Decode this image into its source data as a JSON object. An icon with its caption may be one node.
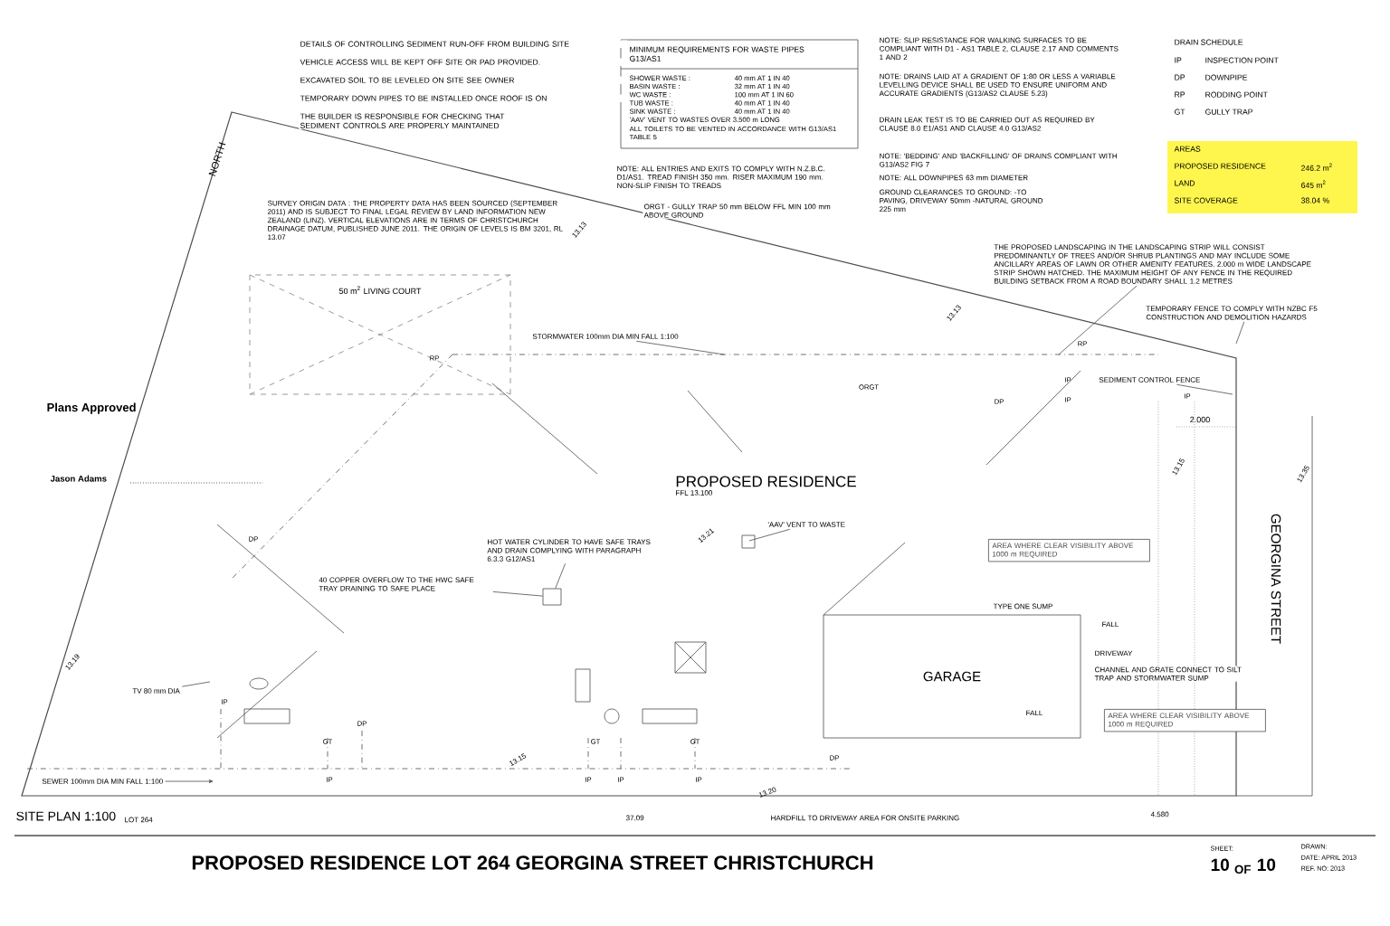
{
  "diagram": {
    "title": "PROPOSED RESIDENCE   LOT 264  GEORGINA STREET   CHRISTCHURCH",
    "nodes": [
      {
        "text": [
          "50 m$^{2}$ LIVING COURT"
        ]
      },
      {
        "text": [
          "PROPOSED RESIDENCE",
          "FFL 13.100"
        ]
      },
      {
        "text": [
          "GARAGE"
        ]
      },
      {
        "text": [
          "HOT WATER CYLINDER TO HAVE SAFE TRAYS AND DRAIN COMPLYING WITH PARAGRAPH 6.3.3 G12/AS1"
        ]
      },
      {
        "text": [
          "40 COPPER OVERFLOW TO THE HWC SAFE TRAY DRAINING TO SAFE PLACE"
        ]
      },
      {
        "text": [],
        "shape": "box"
      },
      {
        "text": [
          "STORMWATER 100mm DIA MIN FALL 1:100"
        ]
      },
      {
        "text": [
          "THE PROPOSED LANDSCAPING IN THE LANDSCAPING STRIP WILL CONSIST PREDOMINANTLY OF TREES AND/OR SHRUB PLANTINGS AND MAY INCLUDE SOME ANCILLARY AREAS OF LAWN OR OTHER AMENITY FEATURES. 2.000 m WIDE LANDSCAPE STRIP SHOWN HATCHED. THE MAXIMUM HEIGHT OF ANY FENCE IN THE REQUIRED BUILDING SETBACK FROM A ROAD BOUNDARY SHALL 1.2 METRES"
        ]
      },
      {
        "text": [
          "TEMPORARY FENCE TO COMPLY WITH NZBC F5 CONSTRUCTION AND DEMOLITION HAZARDS"
        ]
      },
      {
        "text": [
          "SEDIMENT CONTROL FENCE"
        ]
      },
      {
        "text": [
          "SEWER 100mm DIA MIN FALL 1:100"
        ]
      },
      {
        "text": [
          "TV 80 mm DIA"
        ]
      },
      {
        "text": [
          "'AAV' VENT TO WASTE"
        ]
      }
    ],
    "edges": [
      {
        "from": 3,
        "to": 5,
        "arrow": "none"
      },
      {
        "from": 4,
        "to": 5,
        "arrow": "none"
      },
      {
        "from": 6,
        "to": null,
        "arrow": "none"
      },
      {
        "from": 7,
        "to": null,
        "arrow": "none"
      },
      {
        "from": 8,
        "to": null,
        "arrow": "none"
      },
      {
        "from": 9,
        "to": null,
        "arrow": "none"
      },
      {
        "from": 10,
        "to": null,
        "arrow": "to"
      },
      {
        "from": 11,
        "to": null,
        "arrow": "none"
      },
      {
        "from": 12,
        "to": null,
        "arrow": "none"
      }
    ],
    "labels": [
      "DETAILS OF CONTROLLING SEDIMENT RUN-OFF FROM BUILDING SITE",
      "VEHICLE ACCESS WILL BE KEPT OFF SITE OR PAD PROVIDED.",
      "EXCAVATED SOIL TO BE LEVELED ON SITE SEE OWNER",
      "TEMPORARY DOWN PIPES TO BE INSTALLED ONCE ROOF IS ON",
      "THE BUILDER IS RESPONSIBLE FOR CHECKING THAT SEDIMENT CONTROLS ARE PROPERLY MAINTAINED",
      "MINIMUM REQUIREMENTS FOR WASTE PIPES G13/AS1",
      "SHOWER WASTE :",
      "40 mm AT 1 IN 40",
      "BASIN WASTE :",
      "32 mm AT 1 IN 40",
      "WC WASTE :",
      "100 mm AT 1 IN 60",
      "TUB WASTE :",
      "40 mm AT 1 IN 40",
      "SINK WASTE :",
      "40 mm AT 1 IN 40",
      "'AAV' VENT TO WASTES OVER 3.500 m LONG",
      "ALL TOILETS TO BE VENTED IN ACCORDANCE WITH G13/AS1 TABLE 5",
      "NOTE: ALL ENTRIES AND EXITS TO COMPLY WITH N.Z.B.C. D1/AS1. TREAD FINISH 350 mm. RISER MAXIMUM 190 mm. NON-SLIP FINISH TO TREADS",
      "ORGT - GULLY TRAP 50 mm BELOW FFL MIN 100 mm ABOVE GROUND",
      "NOTE: SLIP RESISTANCE FOR WALKING SURFACES TO BE COMPLIANT WITH D1 - AS1 TABLE 2, CLAUSE 2.17 AND COMMENTS 1 AND 2",
      "NOTE: DRAINS LAID AT A GRADIENT OF 1:80 OR LESS A VARIABLE LEVELLING DEVICE SHALL BE USED TO ENSURE UNIFORM AND ACCURATE GRADIENTS (G13/AS2 CLAUSE 5.23)",
      "DRAIN LEAK TEST IS TO BE CARRIED OUT AS REQUIRED BY CLAUSE 8.0 E1/AS1 AND CLAUSE 4.0 G13/AS2",
      "NOTE: 'BEDDING' AND 'BACKFILLING' OF DRAINS COMPLIANT WITH G13/AS2 FIG 7",
      "NOTE: ALL DOWNPIPES 63 mm DIAMETER",
      "GROUND CLEARANCES TO GROUND: -TO PAVING, DRIVEWAY 50mm -NATURAL GROUND 225 mm",
      "DRAIN SCHEDULE",
      "IP",
      "INSPECTION POINT",
      "DP",
      "DOWNPIPE",
      "RP",
      "RODDING POINT",
      "GT",
      "GULLY TRAP",
      "AREAS",
      "PROPOSED RESIDENCE",
      "246.2 m$^{2}$",
      "LAND",
      "645 m$^{2}$",
      "SITE COVERAGE",
      "38.04 %",
      "NORTH",
      "SURVEY ORIGIN DATA : THE PROPERTY DATA HAS BEEN SOURCED (SEPTEMBER 2011) AND IS SUBJECT TO FINAL LEGAL REVIEW BY LAND INFORMATION NEW ZEALAND (LINZ). VERTICAL ELEVATIONS ARE IN TERMS OF CHRISTCHURCH DRAINAGE DATUM, PUBLISHED JUNE 2011. THE ORIGIN OF LEVELS IS BM 3201, RL 13.07",
      "Plans Approved",
      "Jason Adams",
      "2.000",
      "GEORGINA STREET",
      "AREA WHERE CLEAR VISIBILITY ABOVE 1000 m REQUIRED",
      "TYPE ONE SUMP",
      "FALL",
      "DRIVEWAY",
      "CHANNEL AND GRATE CONNECT TO SILT TRAP AND STORMWATER SUMP",
      "AREA WHERE CLEAR VISIBILITY ABOVE 1000 m REQUIRED",
      "FALL",
      "SITE PLAN 1:100",
      "LOT 264",
      "37.09",
      "HARDFILL TO DRIVEWAY AREA FOR ONSITE PARKING",
      "4.580",
      "SHEET:",
      "10 $_{OF}$ 10",
      "DRAWN:",
      "DATE: APRIL 2013",
      "REF. NO: 2013",
      "13.13",
      "13.13",
      "13.15",
      "13.35",
      "13.19",
      "13.15",
      "13.21",
      "13.20",
      "RP",
      "DP",
      "ORGT",
      "DP",
      "RP",
      "IP",
      "IP",
      "IP",
      "GT",
      "DP",
      "GT",
      "GT",
      "IP",
      "IP",
      "IP",
      "IP",
      "DP",
      "IP"
    ]
  }
}
